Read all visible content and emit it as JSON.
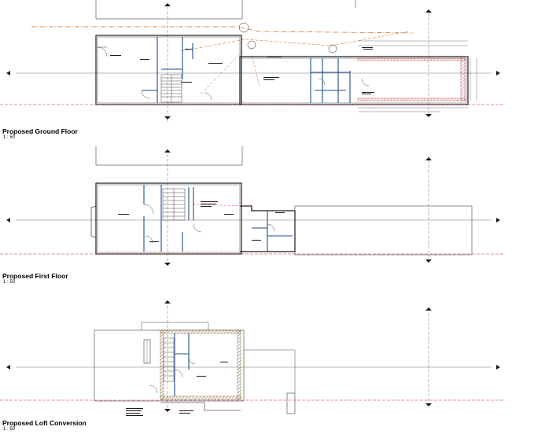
{
  "sheet": {
    "background": "#ffffff",
    "line_color": "#1a1a1a",
    "accent_blue": "#1f4e8c",
    "boundary_red": "#cc2222",
    "drain_orange": "#c8621a"
  },
  "floors": [
    {
      "key": "ground",
      "title": "Proposed Ground Floor",
      "scale": "1 : 50"
    },
    {
      "key": "first",
      "title": "Proposed First Floor",
      "scale": "1 : 50"
    },
    {
      "key": "loft",
      "title": "Proposed Loft Conversion",
      "scale": "1 : 50"
    }
  ],
  "icons": {
    "level_marker": "triangle-marker-icon",
    "north": "section-marker-icon"
  }
}
